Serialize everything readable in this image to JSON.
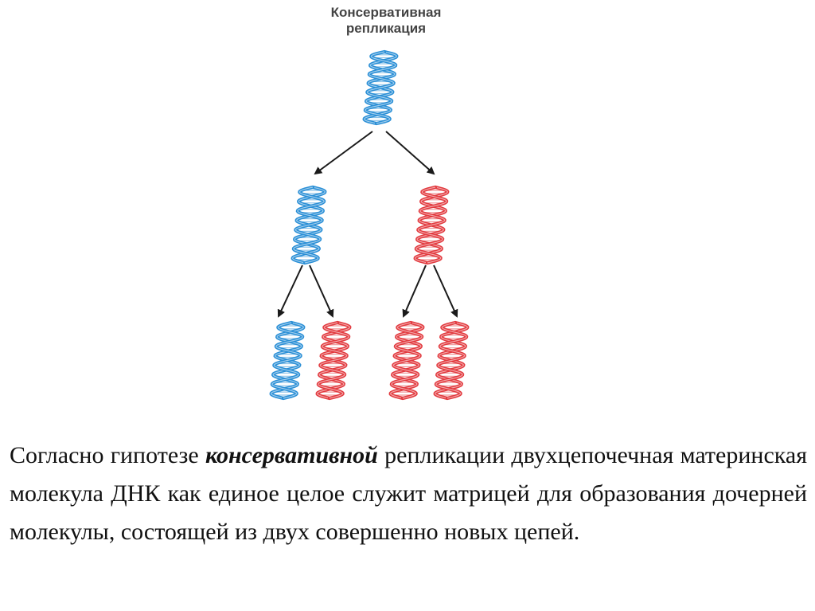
{
  "diagram": {
    "title_line1": "Консервативная",
    "title_line2": "репликация",
    "colors": {
      "parental_strand": "#2a8fd6",
      "new_strand": "#e23a3f",
      "arrow": "#1a1a1a"
    },
    "generations": [
      {
        "molecules": [
          "parental"
        ]
      },
      {
        "molecules": [
          "parental",
          "new"
        ]
      },
      {
        "molecules": [
          "parental",
          "new",
          "new",
          "new"
        ]
      }
    ]
  },
  "caption": {
    "lead": "Согласно гипотезе",
    "emphasis": "консервативной",
    "rest": "репликации двухцепочечная материнская молекула ДНК как единое целое служит матрицей для образования дочерней молекулы, состоящей из двух совершенно новых цепей."
  }
}
